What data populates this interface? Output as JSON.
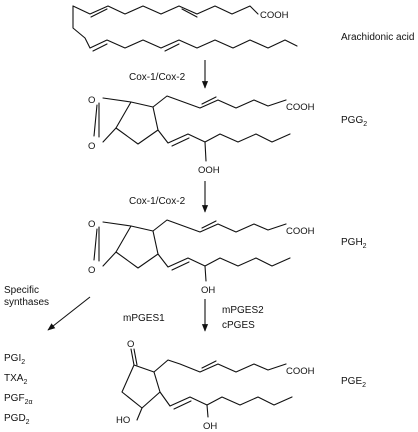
{
  "structures": [
    {
      "name": "Arachidonic acid",
      "cooh": "COOH"
    },
    {
      "name": "PGG",
      "sub": "2",
      "cooh": "COOH",
      "oh": "OOH",
      "o_top": "O",
      "o_bot": "O"
    },
    {
      "name": "PGH",
      "sub": "2",
      "cooh": "COOH",
      "oh": "OH",
      "o_top": "O",
      "o_bot": "O"
    },
    {
      "name": "PGE",
      "sub": "2",
      "cooh": "COOH",
      "oh": "OH",
      "keto": "O",
      "ring_oh": "HO"
    }
  ],
  "enzymes": {
    "step1": "Cox-1/Cox-2",
    "step2": "Cox-1/Cox-2",
    "step3_left": "mPGES1",
    "step3_right_a": "mPGES2",
    "step3_right_b": "cPGES",
    "side": [
      "Specific",
      "synthases"
    ]
  },
  "products": [
    {
      "name": "PGI",
      "sub": "2"
    },
    {
      "name": "TXA",
      "sub": "2"
    },
    {
      "name": "PGF",
      "sub": "2α"
    },
    {
      "name": "PGD",
      "sub": "2"
    }
  ]
}
